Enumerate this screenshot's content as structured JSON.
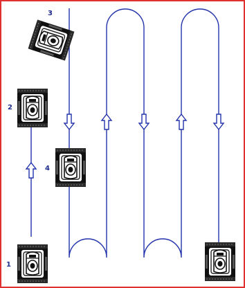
{
  "colors": {
    "pool_border": "#e03030",
    "path_line": "#2233aa",
    "arrow_outline": "#2233aa",
    "label": "#1f2d8c",
    "robot_body": "#111111",
    "robot_panel": "#ffffff"
  },
  "labels": {
    "pos1": "1",
    "pos2": "2",
    "pos3": "3",
    "pos4": "4"
  },
  "arrows": [
    {
      "lane": "lane-1",
      "direction": "down"
    },
    {
      "lane": "lane-2",
      "direction": "up"
    },
    {
      "lane": "lane-3",
      "direction": "down"
    },
    {
      "lane": "lane-4",
      "direction": "up"
    },
    {
      "lane": "lane-5",
      "direction": "down"
    },
    {
      "lane": "entry",
      "direction": "up"
    }
  ],
  "robots": [
    {
      "id": "robot-1",
      "icon": "pool-robot-icon"
    },
    {
      "id": "robot-2",
      "icon": "pool-robot-icon"
    },
    {
      "id": "robot-3",
      "icon": "pool-robot-icon"
    },
    {
      "id": "robot-4",
      "icon": "pool-robot-icon"
    },
    {
      "id": "robot-end",
      "icon": "pool-robot-icon"
    }
  ]
}
